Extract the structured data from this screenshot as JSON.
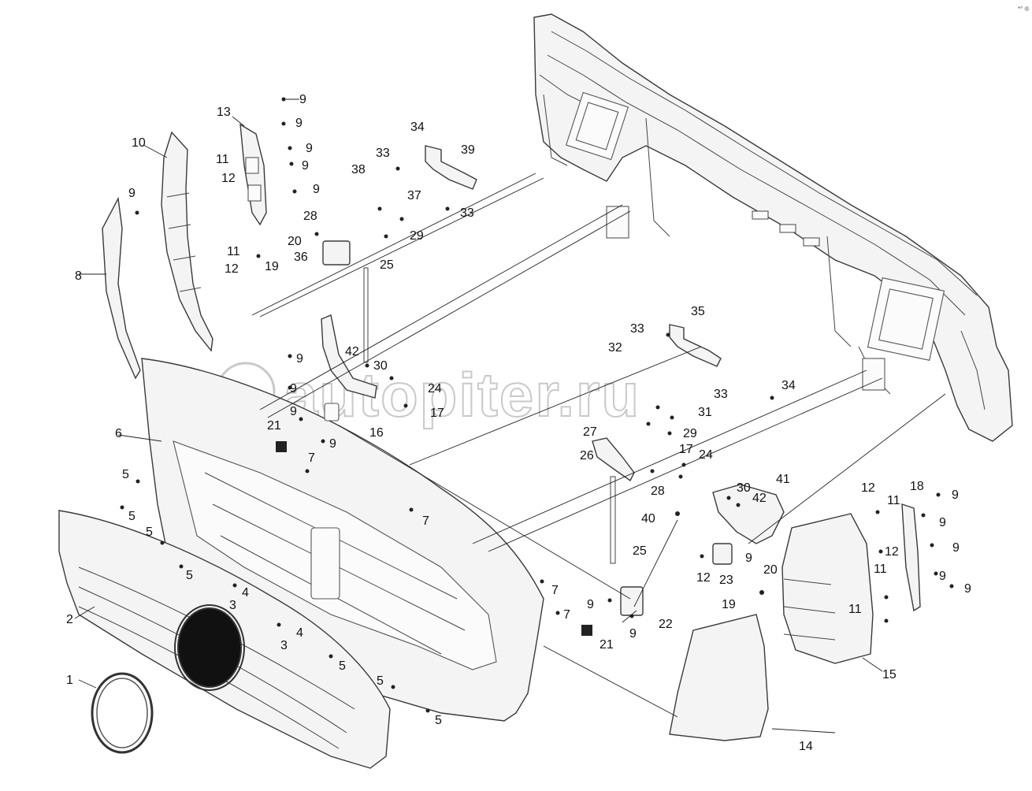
{
  "watermark": "autopiter.ru",
  "corner_mark": "*° ®",
  "callouts": {
    "n1": "1",
    "n2": "2",
    "n3a": "3",
    "n3b": "3",
    "n4a": "4",
    "n4b": "4",
    "n5a": "5",
    "n5b": "5",
    "n5c": "5",
    "n5d": "5",
    "n5e": "5",
    "n5f": "5",
    "n5g": "5",
    "n6": "6",
    "n7a": "7",
    "n7b": "7",
    "n7c": "7",
    "n7d": "7",
    "n8": "8",
    "n9a": "9",
    "n9b": "9",
    "n9c": "9",
    "n9d": "9",
    "n9e": "9",
    "n9f": "9",
    "n9g": "9",
    "n9h": "9",
    "n9i": "9",
    "n9j": "9",
    "n9k": "9",
    "n9l": "9",
    "n9m": "9",
    "n9n": "9",
    "n9o": "9",
    "n9p": "9",
    "n9q": "9",
    "n9r": "9",
    "n10": "10",
    "n11a": "11",
    "n11b": "11",
    "n11c": "11",
    "n11d": "11",
    "n11e": "11",
    "n12a": "12",
    "n12b": "12",
    "n12c": "12",
    "n12d": "12",
    "n12e": "12",
    "n13": "13",
    "n14": "14",
    "n15": "15",
    "n16": "16",
    "n17a": "17",
    "n17b": "17",
    "n18": "18",
    "n19a": "19",
    "n19b": "19",
    "n20a": "20",
    "n20b": "20",
    "n21a": "21",
    "n21b": "21",
    "n22": "22",
    "n23": "23",
    "n24a": "24",
    "n24b": "24",
    "n25a": "25",
    "n25b": "25",
    "n26": "26",
    "n27": "27",
    "n28a": "28",
    "n28b": "28",
    "n29a": "29",
    "n29b": "29",
    "n30a": "30",
    "n30b": "30",
    "n31": "31",
    "n32": "32",
    "n33a": "33",
    "n33b": "33",
    "n33c": "33",
    "n33d": "33",
    "n34a": "34",
    "n34b": "34",
    "n35": "35",
    "n36": "36",
    "n37": "37",
    "n38": "38",
    "n39": "39",
    "n40": "40",
    "n41": "41",
    "n42a": "42",
    "n42b": "42"
  }
}
